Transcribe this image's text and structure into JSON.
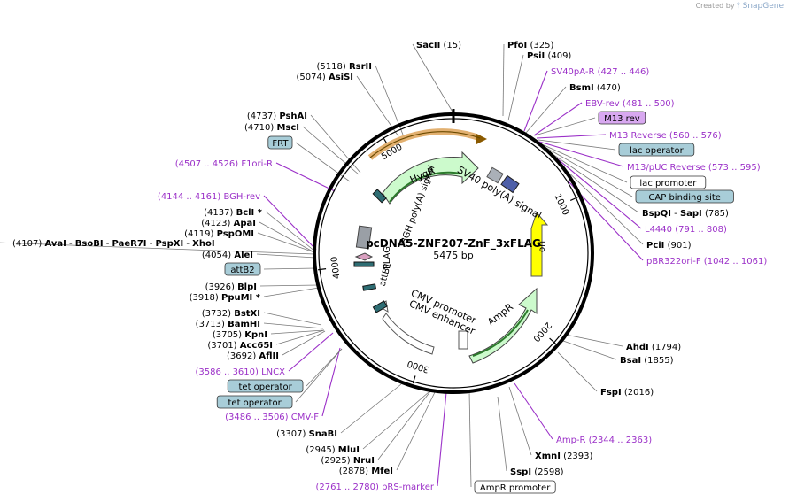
{
  "brand": {
    "prefix": "Created by",
    "name": "SnapGene"
  },
  "plasmid": {
    "name": "pcDNA5-ZNF207-ZnF_3xFLAG",
    "size": "5475 bp",
    "length": 5475
  },
  "colors": {
    "backbone": "#000000",
    "enzyme_line": "#777777",
    "primer": "#9b30c8",
    "gray_box": "#a8cdd8",
    "purple_box": "#d8a8f0",
    "arrow_green": "#ccfacc",
    "arrow_yellow": "#ffff00",
    "arrow_orange": "#f7d7a8",
    "feature_dark": "#2e6d73"
  },
  "ticks": [
    {
      "label": "1000",
      "bp": 1000
    },
    {
      "label": "2000",
      "bp": 2000
    },
    {
      "label": "3000",
      "bp": 3000
    },
    {
      "label": "4000",
      "bp": 4000
    },
    {
      "label": "5000",
      "bp": 5000
    }
  ],
  "features": [
    {
      "name": "HygR",
      "color": "#ccfacc"
    },
    {
      "name": "SV40 poly(A) signal",
      "color": "#ffffff"
    },
    {
      "name": "ori",
      "color": "#ffff00"
    },
    {
      "name": "AmpR",
      "color": "#ccfacc"
    },
    {
      "name": "CMV promoter",
      "color": "#ffffff"
    },
    {
      "name": "CMV enhancer",
      "color": "#ffffff"
    },
    {
      "name": "attB1",
      "color": "#2e6d73"
    },
    {
      "name": "FLAG",
      "color": "#2e6d73"
    },
    {
      "name": "BGH poly(A) signal",
      "color": "#ffffff"
    }
  ],
  "labels": [
    {
      "pos": "(15)",
      "name": "SacII",
      "kind": "enzyme"
    },
    {
      "name": "PfoI",
      "pos": "(325)",
      "kind": "enzyme"
    },
    {
      "name": "PsiI",
      "pos": "(409)",
      "kind": "enzyme"
    },
    {
      "name": "SV40pA-R",
      "pos": "(427 .. 446)",
      "kind": "primer"
    },
    {
      "name": "BsmI",
      "pos": "(470)",
      "kind": "enzyme"
    },
    {
      "name": "EBV-rev",
      "pos": "(481 .. 500)",
      "kind": "primer"
    },
    {
      "name": "M13 rev",
      "kind": "box-purple"
    },
    {
      "name": "M13 Reverse",
      "pos": "(560 .. 576)",
      "kind": "primer"
    },
    {
      "name": "lac operator",
      "kind": "box-gray"
    },
    {
      "name": "M13/pUC Reverse",
      "pos": "(573 .. 595)",
      "kind": "primer"
    },
    {
      "name": "lac promoter",
      "kind": "box-white"
    },
    {
      "name": "CAP binding site",
      "kind": "box-gray"
    },
    {
      "name": "BspQI",
      "name2": "SapI",
      "pos": "(785)",
      "kind": "enzyme2"
    },
    {
      "name": "L4440",
      "pos": "(791 .. 808)",
      "kind": "primer"
    },
    {
      "name": "PciI",
      "pos": "(901)",
      "kind": "enzyme"
    },
    {
      "name": "pBR322ori-F",
      "pos": "(1042 .. 1061)",
      "kind": "primer"
    },
    {
      "name": "AhdI",
      "pos": "(1794)",
      "kind": "enzyme"
    },
    {
      "name": "BsaI",
      "pos": "(1855)",
      "kind": "enzyme"
    },
    {
      "name": "FspI",
      "pos": "(2016)",
      "kind": "enzyme"
    },
    {
      "name": "Amp-R",
      "pos": "(2344 .. 2363)",
      "kind": "primer"
    },
    {
      "name": "XmnI",
      "pos": "(2393)",
      "kind": "enzyme"
    },
    {
      "name": "SspI",
      "pos": "(2598)",
      "kind": "enzyme"
    },
    {
      "name": "AmpR promoter",
      "kind": "box-white"
    },
    {
      "pos": "(2761 .. 2780)",
      "name": "pRS-marker",
      "kind": "primer-left"
    },
    {
      "pos": "(2878)",
      "name": "MfeI",
      "kind": "enzyme-left"
    },
    {
      "pos": "(2925)",
      "name": "NruI",
      "kind": "enzyme-left"
    },
    {
      "pos": "(2945)",
      "name": "MluI",
      "kind": "enzyme-left"
    },
    {
      "pos": "(3307)",
      "name": "SnaBI",
      "kind": "enzyme-left"
    },
    {
      "pos": "(3486 .. 3506)",
      "name": "CMV-F",
      "kind": "primer-left"
    },
    {
      "name": "tet operator",
      "kind": "box-gray"
    },
    {
      "name": "tet operator",
      "kind": "box-gray"
    },
    {
      "pos": "(3586 .. 3610)",
      "name": "LNCX",
      "kind": "primer-left"
    },
    {
      "pos": "(3692)",
      "name": "AflII",
      "kind": "enzyme-left"
    },
    {
      "pos": "(3701)",
      "name": "Acc65I",
      "kind": "enzyme-left"
    },
    {
      "pos": "(3705)",
      "name": "KpnI",
      "kind": "enzyme-left"
    },
    {
      "pos": "(3713)",
      "name": "BamHI",
      "kind": "enzyme-left"
    },
    {
      "pos": "(3732)",
      "name": "BstXI",
      "kind": "enzyme-left"
    },
    {
      "pos": "(3918)",
      "name": "PpuMI *",
      "kind": "enzyme-left"
    },
    {
      "pos": "(3926)",
      "name": "BlpI",
      "kind": "enzyme-left"
    },
    {
      "name": "attB2",
      "kind": "box-gray"
    },
    {
      "pos": "(4054)",
      "name": "AleI",
      "kind": "enzyme-left"
    },
    {
      "pos": "(4107)",
      "name": "AvaI",
      "extra": [
        "BsoBI",
        "PaeR7I",
        "PspXI",
        "XhoI"
      ],
      "kind": "enzyme-multi"
    },
    {
      "pos": "(4119)",
      "name": "PspOMI",
      "kind": "enzyme-left"
    },
    {
      "pos": "(4123)",
      "name": "ApaI",
      "kind": "enzyme-left"
    },
    {
      "pos": "(4137)",
      "name": "BclI *",
      "kind": "enzyme-left"
    },
    {
      "pos": "(4144 .. 4161)",
      "name": "BGH-rev",
      "kind": "primer-left"
    },
    {
      "pos": "(4507 .. 4526)",
      "name": "F1ori-R",
      "kind": "primer-left"
    },
    {
      "name": "FRT",
      "kind": "box-gray"
    },
    {
      "pos": "(4710)",
      "name": "MscI",
      "kind": "enzyme-left"
    },
    {
      "pos": "(4737)",
      "name": "PshAI",
      "kind": "enzyme-left"
    },
    {
      "pos": "(5074)",
      "name": "AsiSI",
      "kind": "enzyme-left"
    },
    {
      "pos": "(5118)",
      "name": "RsrII",
      "kind": "enzyme-left"
    }
  ]
}
